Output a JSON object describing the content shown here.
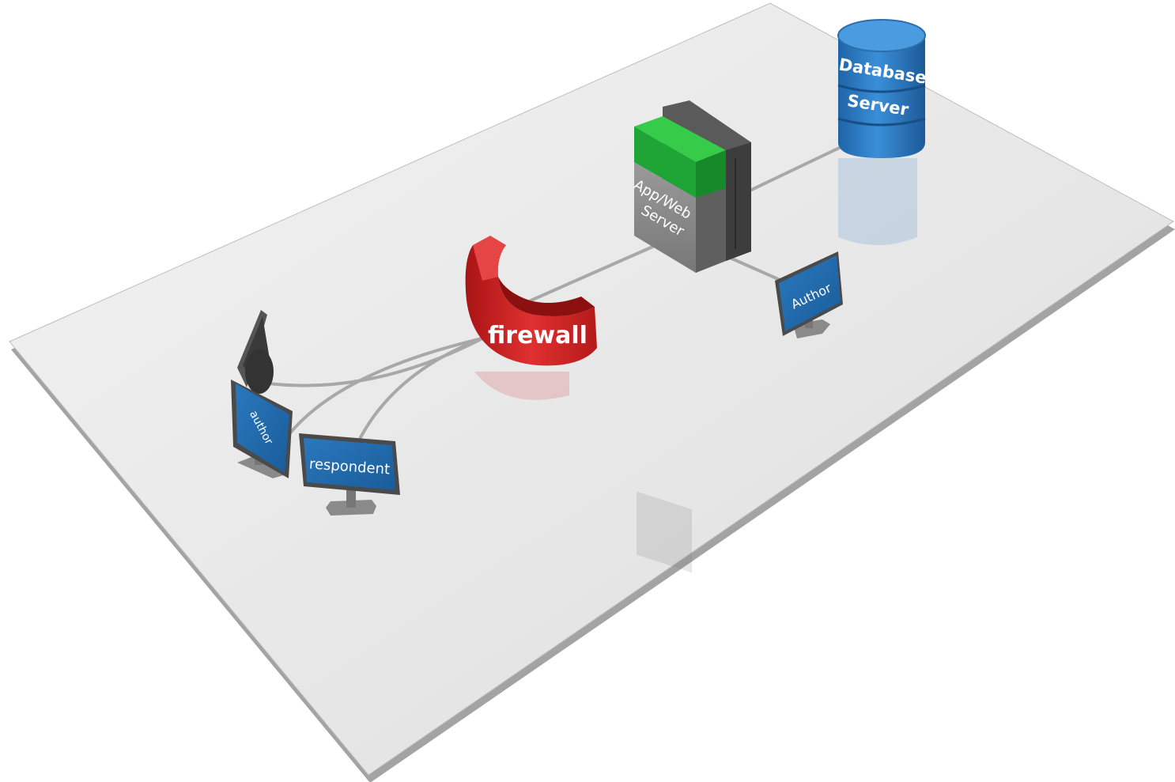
{
  "nodes": {
    "database": {
      "line1": "Database",
      "line2": "Server",
      "icon": "database-cylinder-icon"
    },
    "app_server": {
      "line1": "App/Web",
      "line2": "Server",
      "icon": "server-tower-icon"
    },
    "firewall": {
      "label": "firewall",
      "icon": "firewall-arc-icon"
    },
    "author_right": {
      "label": "Author",
      "icon": "monitor-icon"
    },
    "author_left": {
      "label": "author",
      "icon": "monitor-icon"
    },
    "respondent": {
      "label": "respondent",
      "icon": "monitor-icon"
    },
    "back_monitor": {
      "label": "",
      "icon": "monitor-icon"
    }
  },
  "colors": {
    "platform": "#e6e6e6",
    "platform_edge": "#9b9b9b",
    "database_blue": "#2f7fc7",
    "server_grey": "#858585",
    "server_green": "#22b23a",
    "firewall_red": "#d32222",
    "monitor_blue": "#1e6aae",
    "cable": "#a8a8a8"
  }
}
